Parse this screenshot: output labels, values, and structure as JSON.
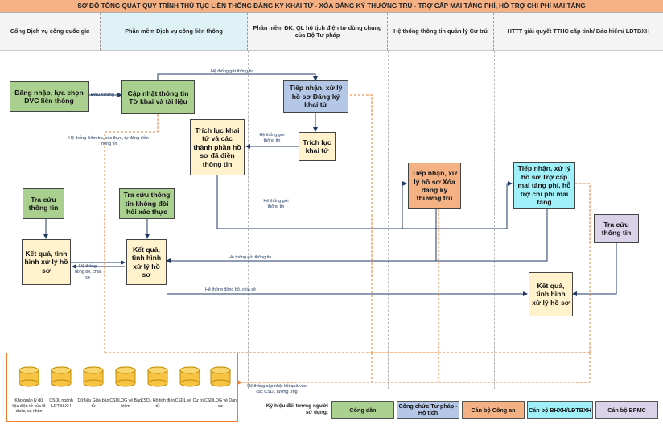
{
  "title": "SƠ ĐỒ TỔNG QUÁT QUY TRÌNH THỦ TỤC LIÊN THÔNG ĐĂNG KÝ KHAI TỬ - XÓA ĐĂNG KÝ THƯỜNG TRÚ - TRỢ CẤP MAI TÁNG PHÍ, HỖ TRỢ CHI PHÍ MAI TÁNG",
  "lanes": [
    "Cổng Dịch vụ công quốc gia",
    "Phần mềm Dịch vụ công liên thông",
    "Phần mềm ĐK, QL hộ tịch điện tử dùng chung của Bộ Tư pháp",
    "Hệ thống thông tin quản lý Cư trú",
    "HTTT giải quyết TTHC cấp tỉnh/ Bảo hiểm/ LĐTBXH"
  ],
  "boxes": {
    "login": "Đăng nhập, lựa chọn DVC liên thông",
    "update": "Cập nhật thông tin Tờ khai và tài liệu",
    "receive_death": "Tiếp nhận, xử lý hồ sơ Đăng ký khai tử",
    "extract_full": "Trích lục khai tử và các thành phần hồ sơ đã điền thông tin",
    "extract": "Trích lục khai tử",
    "receive_residence": "Tiếp nhận, xử lý hồ sơ Xóa đăng ký thường trú",
    "receive_funeral": "Tiếp nhận, xử lý hồ sơ Trợ cấp mai táng phí, hỗ trợ chi phí mai táng",
    "lookup1": "Tra cứu thông tin",
    "lookup2": "Tra cứu thông tin không đòi hỏi xác thực",
    "lookup3": "Tra cứu thông tin",
    "result1": "Kết quả, tình hình xử lý hồ sơ",
    "result2": "Kết quả, tình hình xử lý hồ sơ",
    "result3": "Kết quả, tình hình xử lý hồ sơ"
  },
  "labels": {
    "redirect": "Điều hướng",
    "send_info_top": "Hệ thống gửi thông tin",
    "send_info_extract": "Hệ thống gửi thông tin",
    "check": "Hệ thống kiểm tra, xác thực, tự động điền thông tin",
    "send_info_mid": "Hệ thống gửi thông tin",
    "send_info_result": "Hệ thống gửi thông tin",
    "sync_left": "Hệ thống đồng bộ, chia sẻ",
    "sync_bottom": "Hệ thống đồng bộ, chia sẻ",
    "update_results": "Hệ thống cập nhật kết quả vào các CSDL tương ứng"
  },
  "databases": [
    "Kho quản lý dữ liệu điện tử của tổ chức, cá nhân",
    "CSDL ngành LĐTB&XH",
    "Dữ liệu Giấy báo tử",
    "CSDLQG về Bảo hiểm",
    "CSDL Hộ tịch điện tử",
    "CSDL về Cư trú",
    "CSDLQG về Dân cư"
  ],
  "legend": {
    "title": "Ký hiệu đối tượng người sử dụng:",
    "items": [
      {
        "label": "Công dân",
        "color": "#a9d08e"
      },
      {
        "label": "Công chức Tư pháp - Hộ tịch",
        "color": "#b4c7e7"
      },
      {
        "label": "Cán bộ Công an",
        "color": "#f4b183"
      },
      {
        "label": "Cán bộ BHXH/LĐTBXH",
        "color": "#9ff0f8"
      },
      {
        "label": "Cán bộ BPMC",
        "color": "#d9d2e9"
      }
    ]
  }
}
